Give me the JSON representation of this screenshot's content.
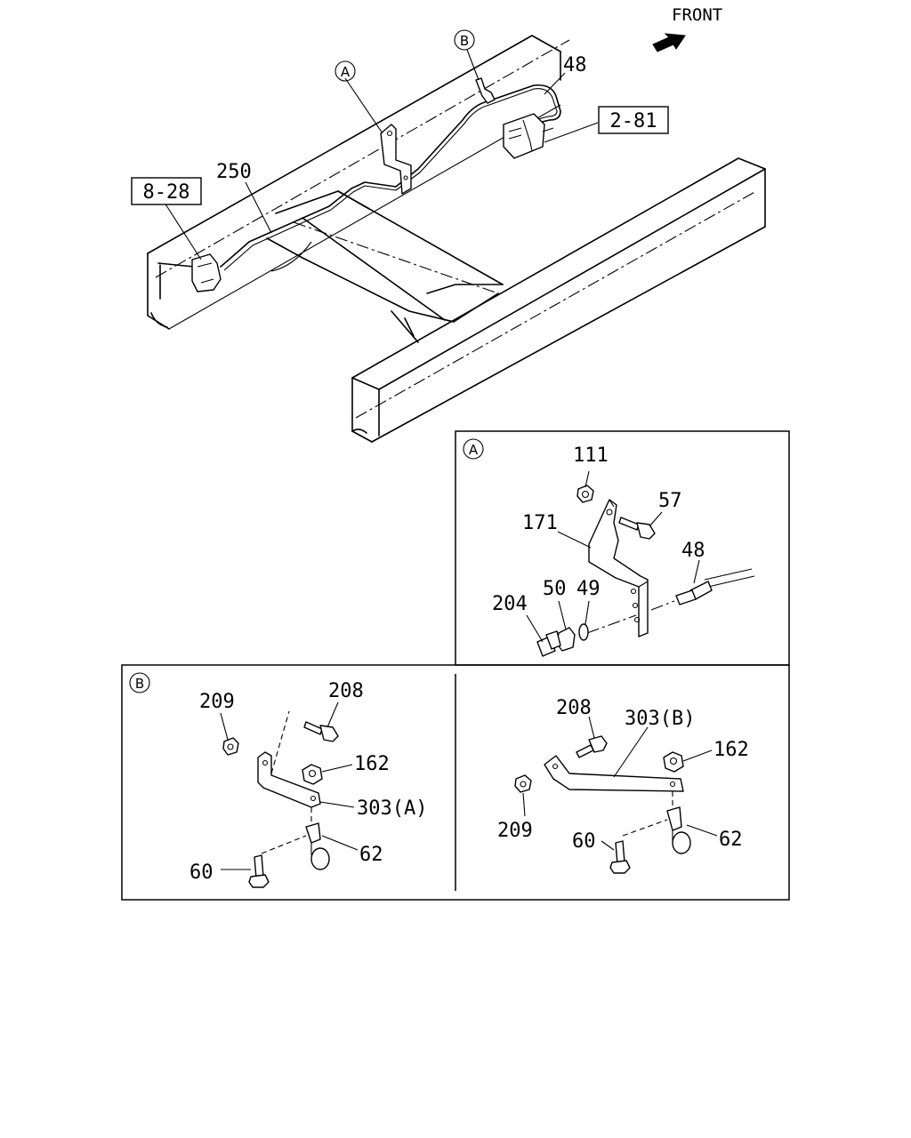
{
  "direction_label": "FRONT",
  "main_view": {
    "ref_boxes": [
      "2-81",
      "8-28"
    ],
    "callouts": [
      "48",
      "250",
      "A",
      "B"
    ]
  },
  "detail_a": {
    "tag": "A",
    "labels": [
      "111",
      "57",
      "171",
      "48",
      "50",
      "49",
      "204"
    ]
  },
  "detail_b": {
    "tag": "B",
    "left_labels": [
      "209",
      "208",
      "162",
      "303(A)",
      "62",
      "60"
    ],
    "right_labels": [
      "208",
      "303(B)",
      "162",
      "209",
      "60",
      "62"
    ]
  }
}
